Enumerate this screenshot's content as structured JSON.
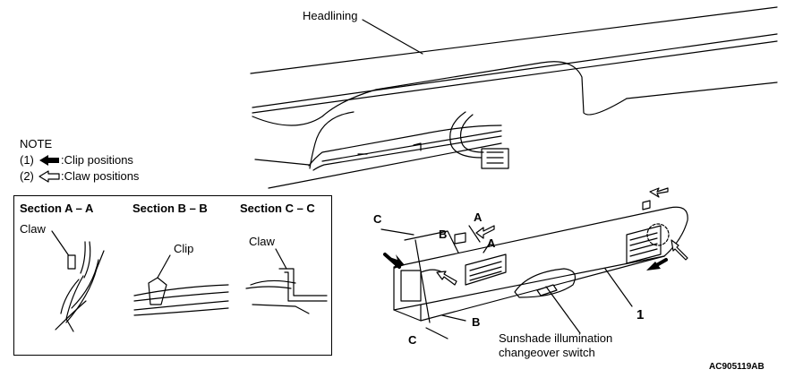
{
  "labels": {
    "headlining": "Headlining",
    "note_title": "NOTE",
    "note_1_num": "(1)",
    "note_1_text": ":Clip positions",
    "note_2_num": "(2)",
    "note_2_text": ":Claw positions",
    "section_a": "Section A – A",
    "section_b": "Section B – B",
    "section_c": "Section C – C",
    "claw_a": "Claw",
    "clip_b": "Clip",
    "claw_c": "Claw",
    "cut_c_top": "C",
    "cut_a_top": "A",
    "cut_b_top": "B",
    "cut_a_mid": "A",
    "cut_c_bottom": "C",
    "cut_b_bottom": "B",
    "part_number": "1",
    "switch_line1": "Sunshade illumination",
    "switch_line2": "changeover switch",
    "figure_code": "AC905119AB"
  },
  "colors": {
    "ink": "#000000",
    "paper": "#ffffff"
  },
  "icons": {
    "clip_arrow": "solid-arrow-icon",
    "claw_arrow": "hollow-arrow-icon"
  }
}
